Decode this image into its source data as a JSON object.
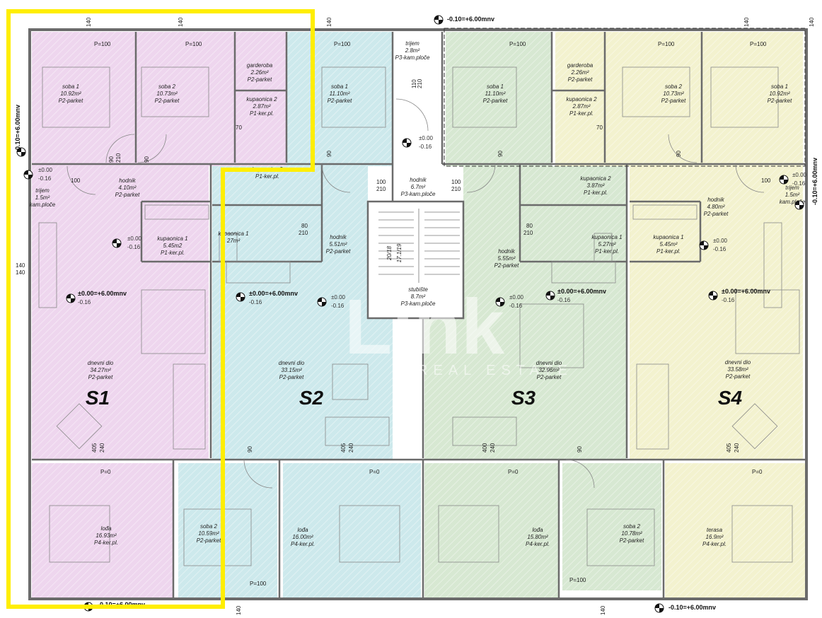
{
  "colors": {
    "s1": "#eed6ee",
    "s2": "#cde9ec",
    "s3": "#d7e8d2",
    "s4": "#f3f2cf",
    "common": "#ffffff",
    "wall": "#6b6b6b",
    "highlight": "#ffee00"
  },
  "units": [
    "S1",
    "S2",
    "S3",
    "S4"
  ],
  "levels": {
    "top_left": "-0.10=+6.00mnv",
    "top_right": "-0.10=+6.00mnv",
    "left_side": "-0.10=+6.00mnv",
    "right_side": "-0.10=+6.00mnv",
    "bottom_left": "-0.10=+6.00mnv",
    "bottom_right": "-0.10=+6.00mnv",
    "s1_main": "±0.00=+6.00mnv",
    "s1_sub": "-0.16",
    "s2_main": "±0.00=+6.00mnv",
    "s2_sub": "-0.16",
    "s3_main": "±0.00=+6.00mnv",
    "s3_sub": "-0.16",
    "s4_main": "±0.00=+6.00mnv",
    "s4_sub": "-0.16",
    "small_main": "±0.00",
    "small_sub": "-0.16"
  },
  "rooms": {
    "s1_soba1": [
      "soba 1",
      "10.92m²",
      "P2-parket"
    ],
    "s1_soba2": [
      "soba 2",
      "10.73m²",
      "P2-parket"
    ],
    "s1_garderoba": [
      "garderoba",
      "2.26m²",
      "P2-parket"
    ],
    "s1_kupaonica2": [
      "kupaonica 2",
      "2.87m²",
      "P1-ker.pl."
    ],
    "s1_hodnik": [
      "hodnik",
      "4.10m²",
      "P2-parket"
    ],
    "s1_kupaonica1": [
      "kupaonica 1",
      "5.45m2",
      "P1-ker.pl."
    ],
    "s1_dnevni": [
      "dnevni dio",
      "34.27m²",
      "P2-parket"
    ],
    "s1_loda": [
      "lođa",
      "16.93m²",
      "P4-ker.pl."
    ],
    "trijem_left": [
      "trijem",
      "1.5m²",
      "kam.ploče"
    ],
    "s2_soba1": [
      "soba 1",
      "11.10m²",
      "P2-parket"
    ],
    "s2_kupaonica2": [
      "kupaonica 2",
      "",
      "P1-ker.pl."
    ],
    "s2_kupaonica1": [
      "kupaonica 1",
      "27m²",
      ""
    ],
    "s2_hodnik": [
      "hodnik",
      "5.51m²",
      "P2-parket"
    ],
    "s2_dnevni": [
      "dnevni dio",
      "33.15m²",
      "P2-parket"
    ],
    "s2_soba2": [
      "soba 2",
      "10.59m²",
      "P2-parket"
    ],
    "s2_loda": [
      "lođa",
      "16.00m²",
      "P4-ker.pl."
    ],
    "trijem_top": [
      "trijem",
      "2.8m²",
      "P3-kam.ploče"
    ],
    "hodnik_common": [
      "hodnik",
      "6.7m²",
      "P3-kam.ploče"
    ],
    "stubiste": [
      "stubište",
      "8.7m²",
      "P3-kam.ploče"
    ],
    "stairs_code": [
      "20/18",
      "17.1/19"
    ],
    "s3_soba1": [
      "soba 1",
      "11.10m²",
      "P2-parket"
    ],
    "s3_kupaonica2": [
      "kupaonica 2",
      "3.87m²",
      "P1-ker.pl."
    ],
    "s3_hodnik": [
      "hodnik",
      "5.55m²",
      "P2-parket"
    ],
    "s3_kupaonica1": [
      "kupaonica 1",
      "5.27m²",
      "P1-ker.pl."
    ],
    "s3_dnevni": [
      "dnevni dio",
      "32.96m²",
      "P2-parket"
    ],
    "s3_loda": [
      "lođa",
      "15.80m²",
      "P4-ker.pl."
    ],
    "s3_soba2": [
      "soba 2",
      "10.78m²",
      "P2-parket"
    ],
    "s4_garderoba": [
      "garderoba",
      "2.26m²",
      "P2-parket"
    ],
    "s4_kupaonica2": [
      "kupaonica 2",
      "2.87m²",
      "P1-ker.pl."
    ],
    "s4_soba2": [
      "soba 2",
      "10.73m²",
      "P2-parket"
    ],
    "s4_soba1": [
      "soba 1",
      "10.92m²",
      "P2-parket"
    ],
    "s4_hodnik": [
      "hodnik",
      "4.80m²",
      "P2-parket"
    ],
    "s4_kupaonica1": [
      "kupaonica 1",
      "5.45m²",
      "P1-ker.pl."
    ],
    "s4_dnevni": [
      "dnevni dio",
      "33.58m²",
      "P2-parket"
    ],
    "s4_terasa": [
      "terasa",
      "16.9m²",
      "P4-ker.pl."
    ],
    "trijem_right": [
      "trijem",
      "1.5m²",
      "kam.ploče"
    ]
  },
  "dims": {
    "p100": "P=100",
    "p0": "P=0",
    "d140": "140",
    "d90": "90",
    "d210": "210",
    "d100": "100",
    "d80": "80",
    "d70": "70",
    "d110": "110",
    "d405": "405",
    "d240": "240",
    "d400": "400"
  },
  "watermark": {
    "main": "Link",
    "sub": "REAL ESTATE"
  }
}
